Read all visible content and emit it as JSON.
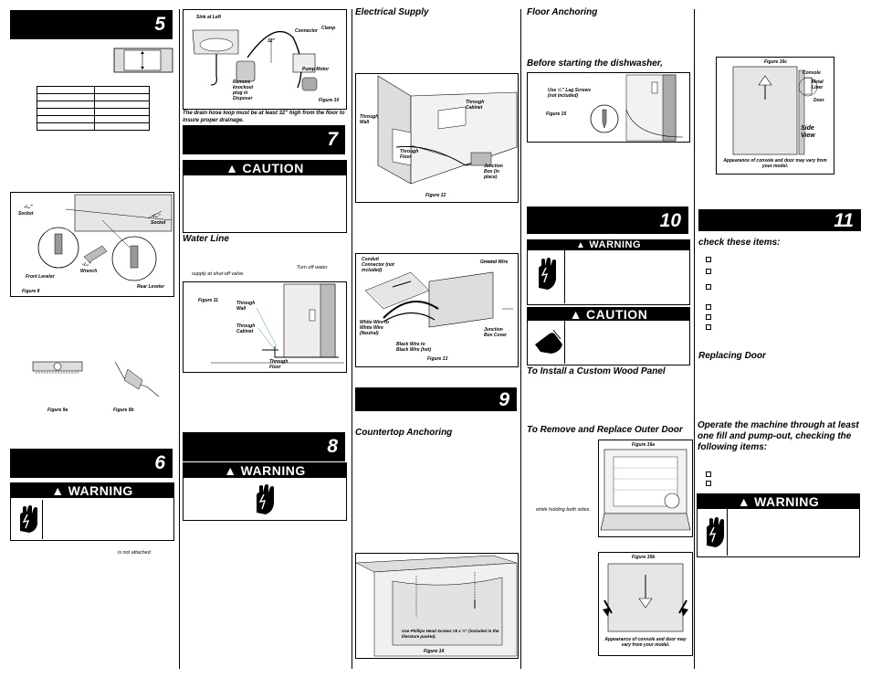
{
  "steps": {
    "s5": "5",
    "s6": "6",
    "s7": "7",
    "s8": "8",
    "s9": "9",
    "s10": "10",
    "s11": "11"
  },
  "banners": {
    "caution": "CAUTION",
    "warning": "WARNING"
  },
  "col1": {
    "fig8_socket_left": "Socket",
    "fig8_socket_right": "Socket",
    "fig8_frac_left": "⁵/₁₆\"",
    "fig8_frac_right": "⁵/₁₆\"",
    "fig8_frac_wrench": "⁵/₁₆\"",
    "fig8_front_leveler": "Front Leveler",
    "fig8_wrench": "Wrench",
    "fig8_rear_leveler": "Rear Leveler",
    "fig8_caption": "Figure 8",
    "fig9a_caption": "Figure 9a",
    "fig9b_caption": "Figure 9b",
    "not_attached": "is not attached"
  },
  "col2": {
    "sink_left": "Sink at Left",
    "connector": "Connector",
    "clamp": "Clamp",
    "thirty_two": "32\"",
    "remove_knockout": "Remove knockout plug in Disposer",
    "pump_motor": "Pump Motor",
    "fig10_caption": "Figure 10",
    "drain_note": "The drain hose loop must be at least 32\" high from the floor to insure proper drainage.",
    "water_line": "Water Line",
    "turn_off": "Turn off water",
    "supply": "supply  at shut-off valve.",
    "fig11_caption": "Figure 11",
    "through_wall": "Through Wall",
    "through_cabinet": "Through Cabinet",
    "through_floor": "Through Floor"
  },
  "col3": {
    "electrical_supply": "Electrical Supply",
    "through_wall": "Through Wall",
    "through_cabinet": "Through Cabinet",
    "through_floor": "Through Floor",
    "junction_box": "Junction Box (in place)",
    "fig12_caption": "Figure 12",
    "conduit": "Conduit Connector (not included)",
    "ground_wire": "Ground Wire",
    "white_wire": "White Wire to White Wire (Neutral)",
    "black_wire": "Black Wire to Black Wire (hot)",
    "junction_cover": "Junction Box Cover",
    "fig13_caption": "Figure 13",
    "countertop": "Countertop Anchoring",
    "phillips": "Use Phillips Head Screws #8 x ½\" (included in the literature packet).",
    "fig14_caption": "Figure 14"
  },
  "col4": {
    "floor_anchoring": "Floor Anchoring",
    "before_start": "Before starting the dishwasher,",
    "lag_screws": "Use ¹/₄\" Lag Screws (not included)",
    "fig15_caption": "Figure 15",
    "install_panel": "To Install a Custom Wood Panel",
    "remove_door": "To Remove and Replace Outer Door",
    "holding": "while holding both sides.",
    "fig16a_caption": "Figure 16a",
    "fig16b_caption": "Figure 16b",
    "appearance": "Appearance of console and door may vary from your model."
  },
  "col5": {
    "fig16c_caption": "Figure 16c",
    "console": "Console",
    "metal_liner": "Metal Liner",
    "door": "Door",
    "side_view": "Side View",
    "appearance": "Appearance of console and door may vary from your model.",
    "check_items": "check these items:",
    "replacing_door": "Replacing Door",
    "operate": "Operate the machine through at least one fill and pump-out, checking the following items:"
  }
}
